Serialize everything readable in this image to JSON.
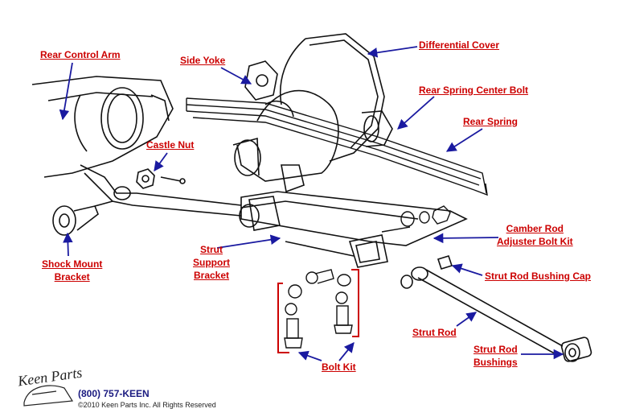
{
  "labels": {
    "differential_cover": "Differential Cover",
    "rear_control_arm": "Rear Control Arm",
    "side_yoke": "Side Yoke",
    "rear_spring_center_bolt": "Rear Spring Center Bolt",
    "rear_spring": "Rear Spring",
    "castle_nut": "Castle Nut",
    "camber_rod_adjuster_bolt_kit_line1": "Camber Rod",
    "camber_rod_adjuster_bolt_kit_line2": "Adjuster Bolt Kit",
    "strut_support_bracket_line1": "Strut",
    "strut_support_bracket_line2": "Support",
    "strut_support_bracket_line3": "Bracket",
    "strut_rod_bushing_cap": "Strut Rod Bushing Cap",
    "shock_mount_bracket_line1": "Shock Mount",
    "shock_mount_bracket_line2": "Bracket",
    "strut_rod": "Strut Rod",
    "strut_rod_bushings_line1": "Strut Rod",
    "strut_rod_bushings_line2": "Bushings",
    "bolt_kit": "Bolt Kit"
  },
  "footer": {
    "logo": "Keen Parts",
    "phone": "(800) 757-KEEN",
    "copyright": "©2010 Keen Parts Inc. All Rights Reserved"
  },
  "colors": {
    "label": "#cc0000",
    "arrow": "#1a1aa0",
    "drawing": "#111111",
    "highlight": "#cc0000"
  }
}
